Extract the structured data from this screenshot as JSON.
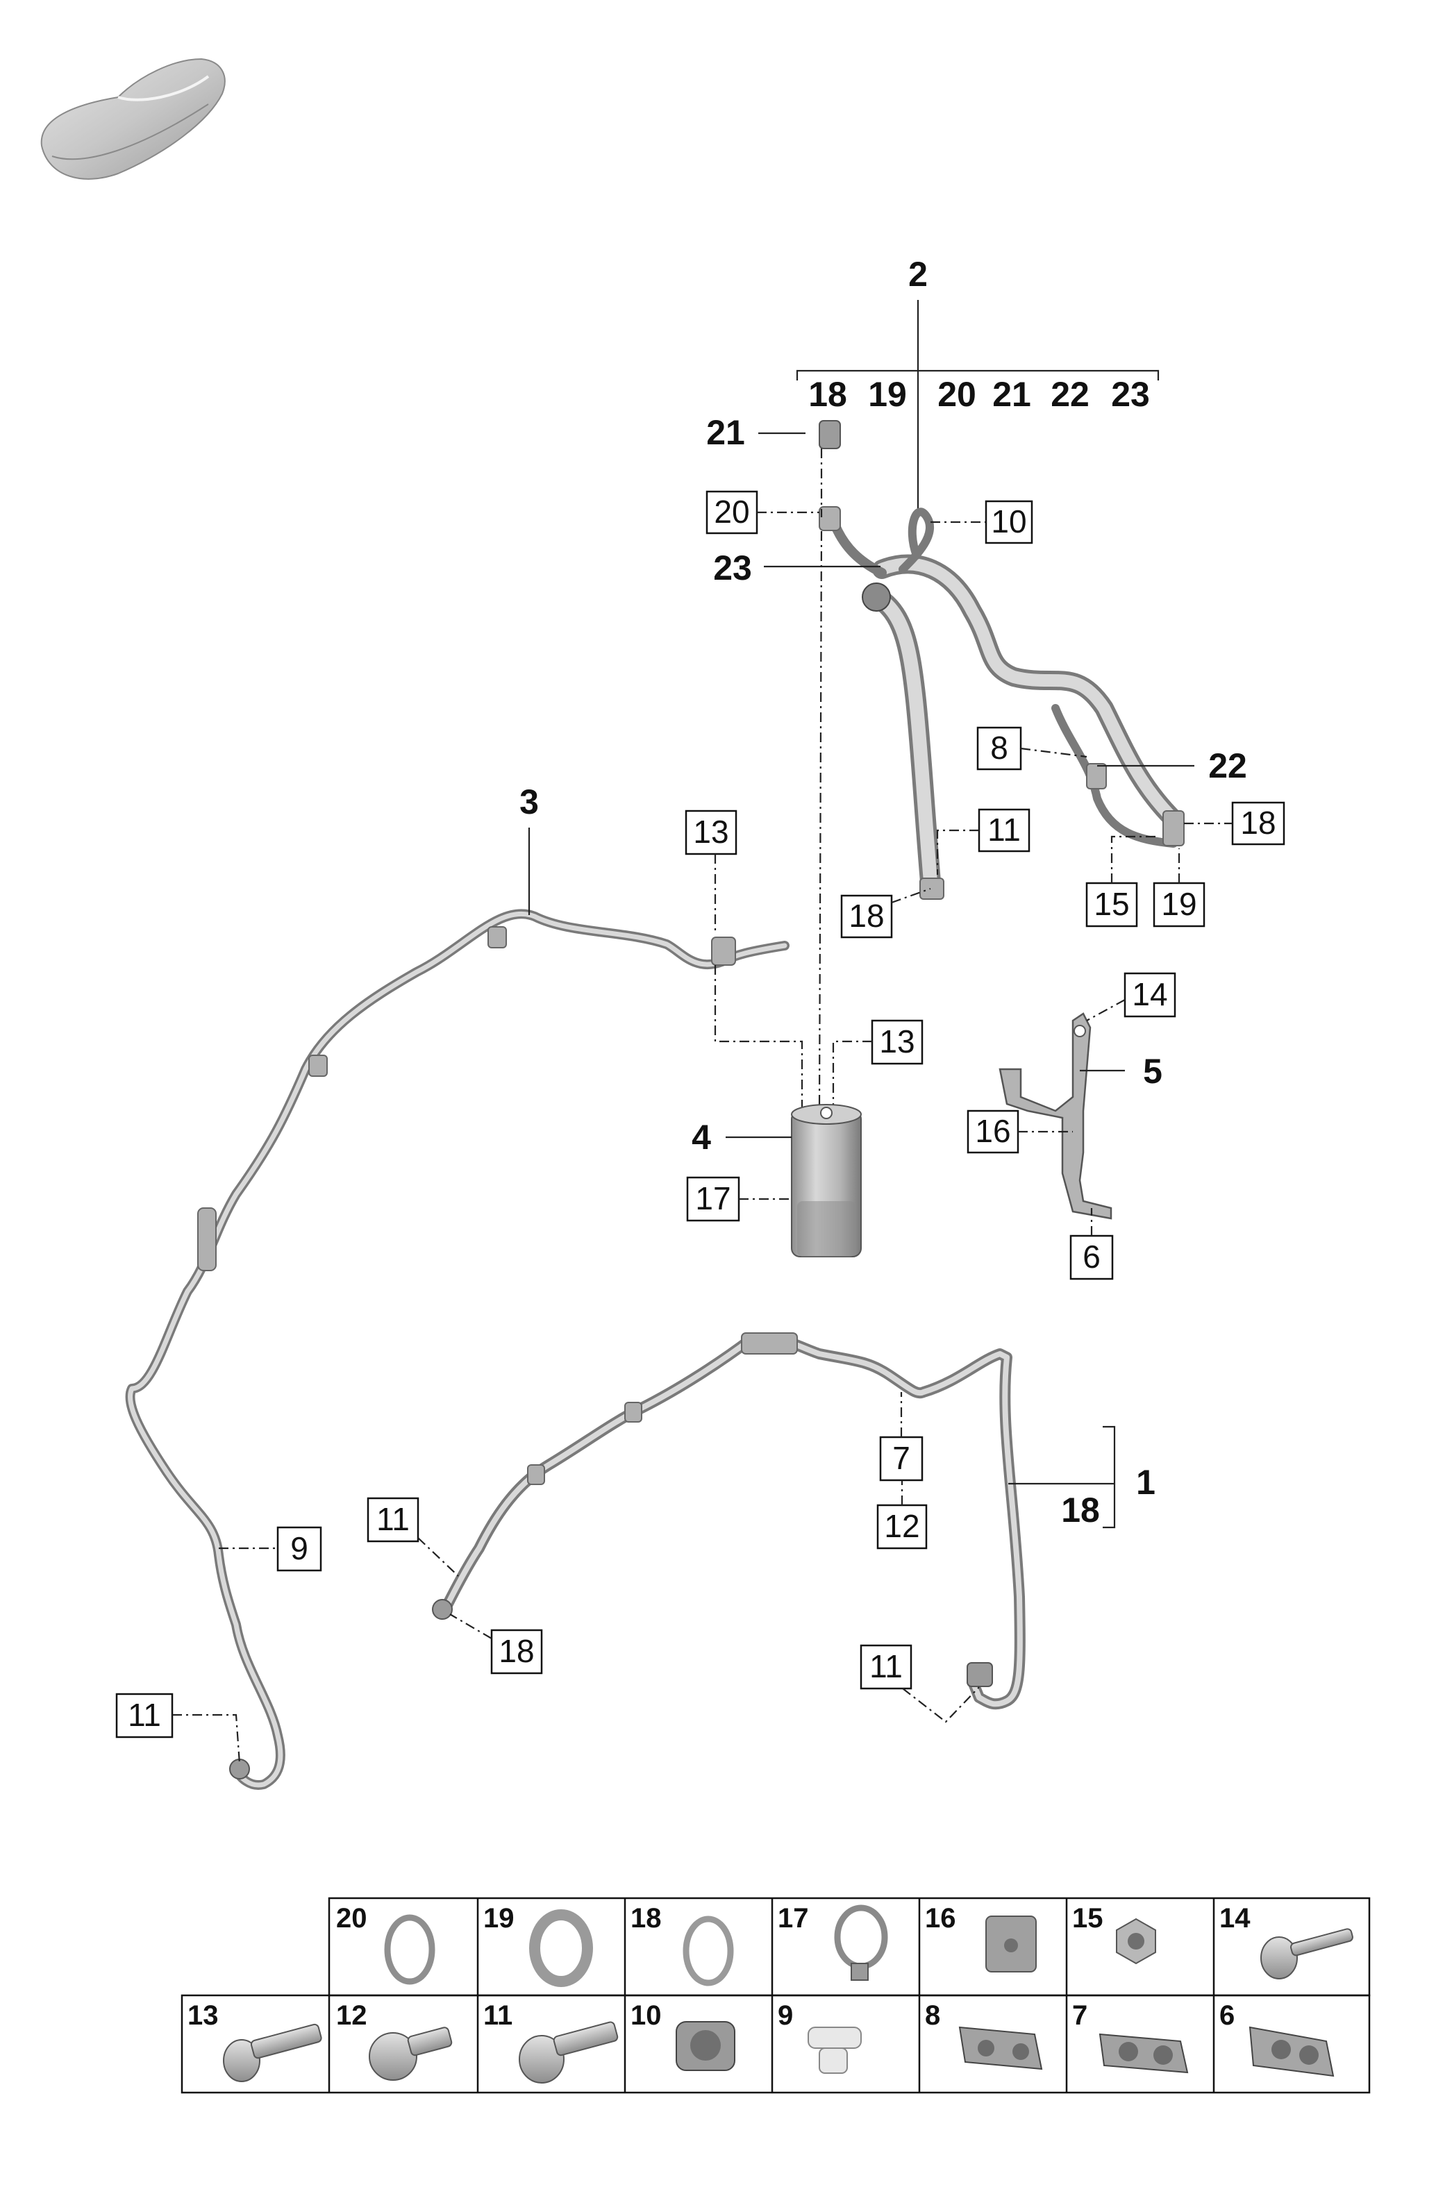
{
  "callouts": {
    "c1": "1",
    "c2": "2",
    "c3": "3",
    "c4": "4",
    "c5": "5",
    "c21": "21",
    "c22": "22",
    "c23": "23",
    "c18_under_1": "18",
    "group2": [
      "18",
      "19",
      "20",
      "21",
      "22",
      "23"
    ]
  },
  "boxed_labels": {
    "b20": "20",
    "b10": "10",
    "b8": "8",
    "b11_top": "11",
    "b18_top": "18",
    "b18_right": "18",
    "b15": "15",
    "b19": "19",
    "b13_left": "13",
    "b13_mid": "13",
    "b14": "14",
    "b16": "16",
    "b6": "6",
    "b17": "17",
    "b7": "7",
    "b12": "12",
    "b9": "9",
    "b11_mid": "11",
    "b18_mid": "18",
    "b11_bl": "11",
    "b11_br": "11"
  },
  "parts_table": {
    "row1": [
      "20",
      "19",
      "18",
      "17",
      "16",
      "15",
      "14"
    ],
    "row2": [
      "13",
      "12",
      "11",
      "10",
      "9",
      "8",
      "7",
      "6"
    ]
  },
  "icons": {
    "car": "car-silhouette-icon",
    "o_ring": "o-ring-icon",
    "hose_clamp": "hose-clamp-icon",
    "clip_nut": "clip-nut-icon",
    "hex_nut": "hex-nut-icon",
    "screw": "screw-icon",
    "bolt": "bolt-icon",
    "line_holder": "line-holder-icon"
  },
  "colors": {
    "part_gray": "#a8a8a8",
    "ink": "#111111"
  }
}
